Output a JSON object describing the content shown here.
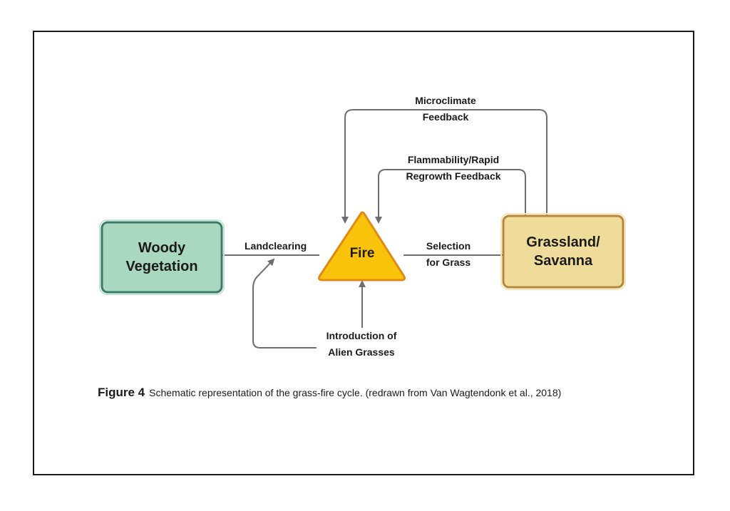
{
  "nodes": {
    "woody": {
      "line1": "Woody",
      "line2": "Vegetation",
      "fill": "#a9d7c0",
      "border": "#3c7a68"
    },
    "fire": {
      "label": "Fire",
      "fill": "#f9c30c",
      "border": "#e08a16"
    },
    "grassland": {
      "line1": "Grassland/",
      "line2": "Savanna",
      "fill": "#f0dc9a",
      "border": "#b5873a"
    }
  },
  "edges": {
    "landclearing": "Landclearing",
    "selection": {
      "line1": "Selection",
      "line2": "for Grass"
    },
    "microclimate": {
      "line1": "Microclimate",
      "line2": "Feedback"
    },
    "flammability": {
      "line1": "Flammability/Rapid",
      "line2": "Regrowth Feedback"
    },
    "introduction": {
      "line1": "Introduction of",
      "line2": "Alien Grasses"
    }
  },
  "caption": {
    "figure_number": "Figure 4",
    "text": "Schematic representation of the grass-fire cycle. (redrawn from Van Wagtendonk et al., 2018)"
  },
  "colors": {
    "connector": "#6e6e6e",
    "frame": "#1a1a1a"
  }
}
